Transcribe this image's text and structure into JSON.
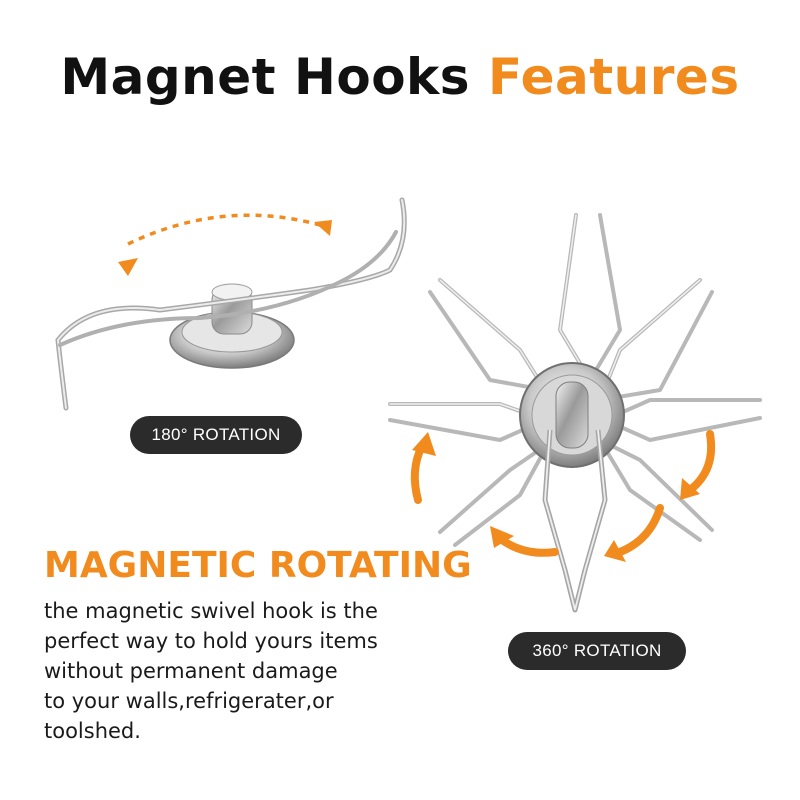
{
  "header": {
    "title_main": "Magnet Hooks",
    "title_accent": "Features"
  },
  "badges": {
    "rotation_180": "180° ROTATION",
    "rotation_360": "360° ROTATION"
  },
  "feature": {
    "heading": "MAGNETIC ROTATING",
    "description_lines": [
      "the magnetic swivel hook is the",
      "perfect way to hold yours items",
      "without permanent damage",
      "to your walls,refrigerater,or",
      "toolshed."
    ]
  },
  "colors": {
    "accent": "#f28b1e",
    "title": "#111111",
    "badge_background": "#2b2b2b",
    "badge_text": "#ffffff"
  },
  "icons": [
    "swivel-hook-180-illustration",
    "swivel-hook-360-illustration",
    "rotation-arrow-icon"
  ]
}
